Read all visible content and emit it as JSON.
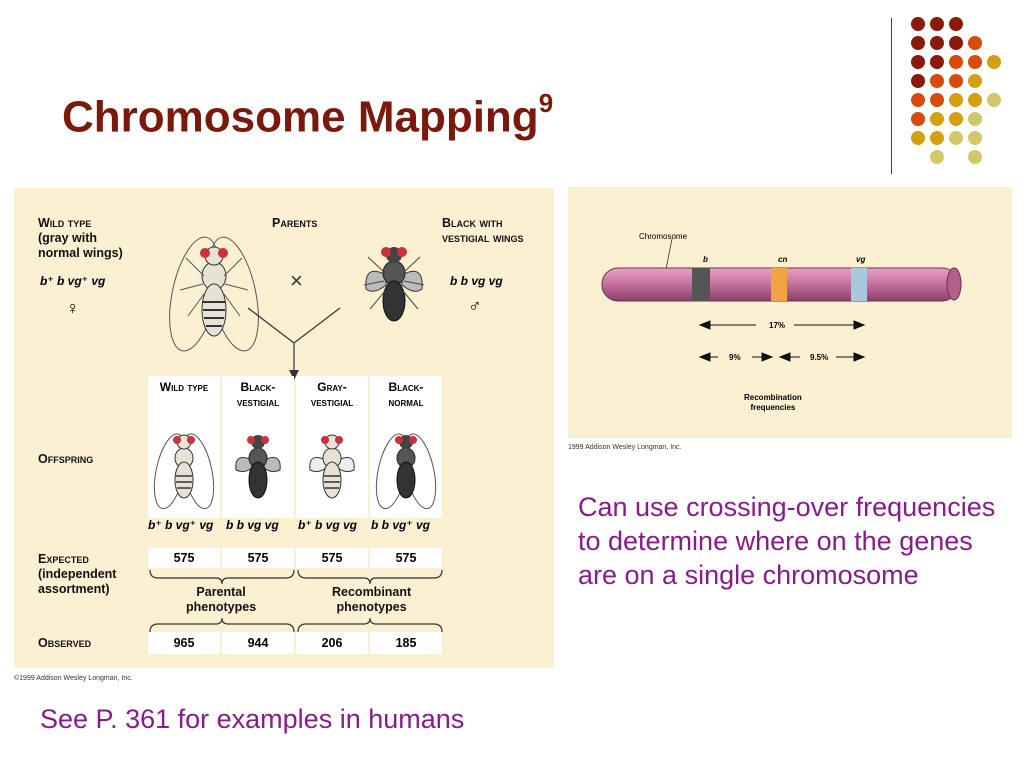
{
  "slide": {
    "title": "Chromosome Mapping",
    "title_sup": "9",
    "side_text": "Can use crossing-over frequencies to determine where on the genes are on a single chromosome",
    "footer_note": "See P. 361 for examples in humans"
  },
  "colors": {
    "title": "#7b1a0c",
    "body_text": "#8b1a8b",
    "panel_bg": "#fbf0d2",
    "dot_dark": "#8b1a0c",
    "dot_orange": "#d94a0c",
    "dot_gold": "#d4a012",
    "dot_khaki": "#d2c86a"
  },
  "cross": {
    "wild_type_label": "Wild type",
    "wild_type_desc_1": "(gray with",
    "wild_type_desc_2": "normal wings)",
    "parents_label": "Parents",
    "black_label_1": "Black with",
    "black_label_2": "vestigial wings",
    "female_genotype": "b⁺ b vg⁺ vg",
    "male_genotype": "b b vg vg",
    "female_symbol": "♀",
    "male_symbol": "♂",
    "cross_symbol": "×",
    "offspring_label": "Offspring",
    "columns": [
      {
        "l1": "Wild type",
        "l2": ""
      },
      {
        "l1": "Black-",
        "l2": "vestigial"
      },
      {
        "l1": "Gray-",
        "l2": "vestigial"
      },
      {
        "l1": "Black-",
        "l2": "normal"
      }
    ],
    "offspring_genotypes": [
      "b⁺ b vg⁺ vg",
      "b b vg vg",
      "b⁺ b vg vg",
      "b b vg⁺ vg"
    ],
    "expected_label_1": "Expected",
    "expected_label_2": "(independent",
    "expected_label_3": "assortment)",
    "expected": [
      "575",
      "575",
      "575",
      "575"
    ],
    "parental_1": "Parental",
    "parental_2": "phenotypes",
    "recombinant_1": "Recombinant",
    "recombinant_2": "phenotypes",
    "observed_label": "Observed",
    "observed": [
      "965",
      "944",
      "206",
      "185"
    ],
    "copyright": "©1999 Addison Wesley Longman, Inc."
  },
  "map": {
    "chromosome_label": "Chromosome",
    "gene_b": "b",
    "gene_cn": "cn",
    "gene_vg": "vg",
    "dist_total": "17%",
    "dist_1": "9%",
    "dist_2": "9.5%",
    "recomb_1": "Recombination",
    "recomb_2": "frequencies",
    "copyright": "1999 Addison Wesley Longman, Inc."
  }
}
